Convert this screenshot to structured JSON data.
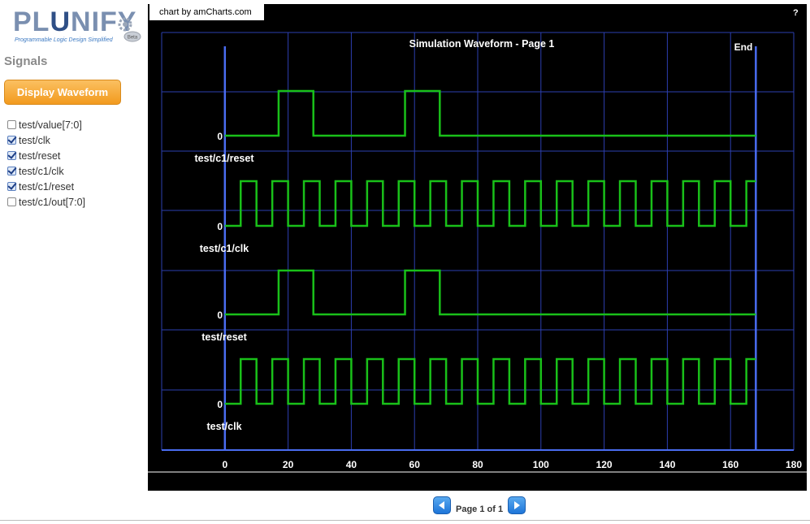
{
  "logo": {
    "text_a": "PL",
    "text_b": "U",
    "text_c": "NIFY",
    "tagline": "Programmable Logic Design Simplified",
    "seal": "Beta"
  },
  "sidebar": {
    "title": "Signals",
    "display_button": "Display Waveform",
    "signals": [
      {
        "label": "test/value[7:0]",
        "checked": false
      },
      {
        "label": "test/clk",
        "checked": true
      },
      {
        "label": "test/reset",
        "checked": true
      },
      {
        "label": "test/c1/clk",
        "checked": true
      },
      {
        "label": "test/c1/reset",
        "checked": true
      },
      {
        "label": "test/c1/out[7:0]",
        "checked": false
      }
    ]
  },
  "chart": {
    "credit": "chart by amCharts.com",
    "help": "?"
  },
  "pager": {
    "label": "Page 1 of 1"
  },
  "chart_data": {
    "type": "line",
    "title": "Simulation Waveform - Page 1",
    "x_ticks": [
      "0",
      "20",
      "40",
      "60",
      "80",
      "100",
      "120",
      "140",
      "160",
      "180"
    ],
    "xlim": [
      -20,
      180
    ],
    "end_marker": {
      "x": 168,
      "label": "End"
    },
    "line_color": "#19c019",
    "series": [
      {
        "name": "test/c1/reset",
        "baseline_label": "0",
        "transitions": [
          [
            0,
            0
          ],
          [
            17,
            1
          ],
          [
            28,
            0
          ],
          [
            57,
            1
          ],
          [
            68,
            0
          ]
        ],
        "end": 168
      },
      {
        "name": "test/c1/clk",
        "baseline_label": "0",
        "clock": {
          "first_rise": 5,
          "period": 10,
          "high": 5
        },
        "end": 168
      },
      {
        "name": "test/reset",
        "baseline_label": "0",
        "transitions": [
          [
            0,
            0
          ],
          [
            17,
            1
          ],
          [
            28,
            0
          ],
          [
            57,
            1
          ],
          [
            68,
            0
          ]
        ],
        "end": 168
      },
      {
        "name": "test/clk",
        "baseline_label": "0",
        "clock": {
          "first_rise": 5,
          "period": 10,
          "high": 5
        },
        "end": 168
      }
    ]
  }
}
